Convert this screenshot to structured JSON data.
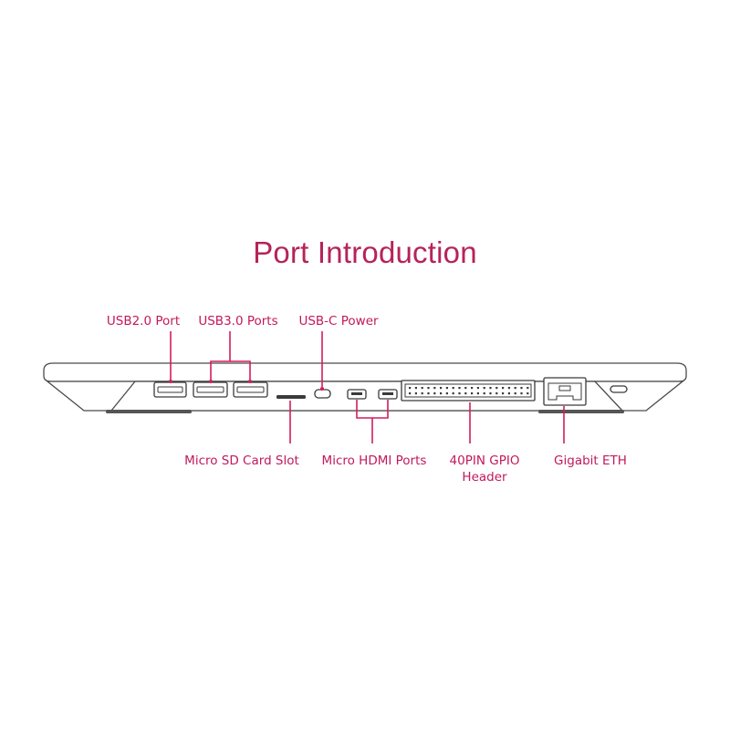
{
  "title": "Port Introduction",
  "labels": {
    "usb2": "USB2.0 Port",
    "usb3": "USB3.0 Ports",
    "usbc": "USB-C Power",
    "microsd": "Micro SD Card Slot",
    "hdmi": "Micro HDMI Ports",
    "gpio_line1": "40PIN GPIO",
    "gpio_line2": "Header",
    "eth": "Gigabit ETH"
  },
  "colors": {
    "title": "#b5235a",
    "label": "#c2195a",
    "leader": "#d31d5d",
    "outline": "#4a4a4a"
  }
}
